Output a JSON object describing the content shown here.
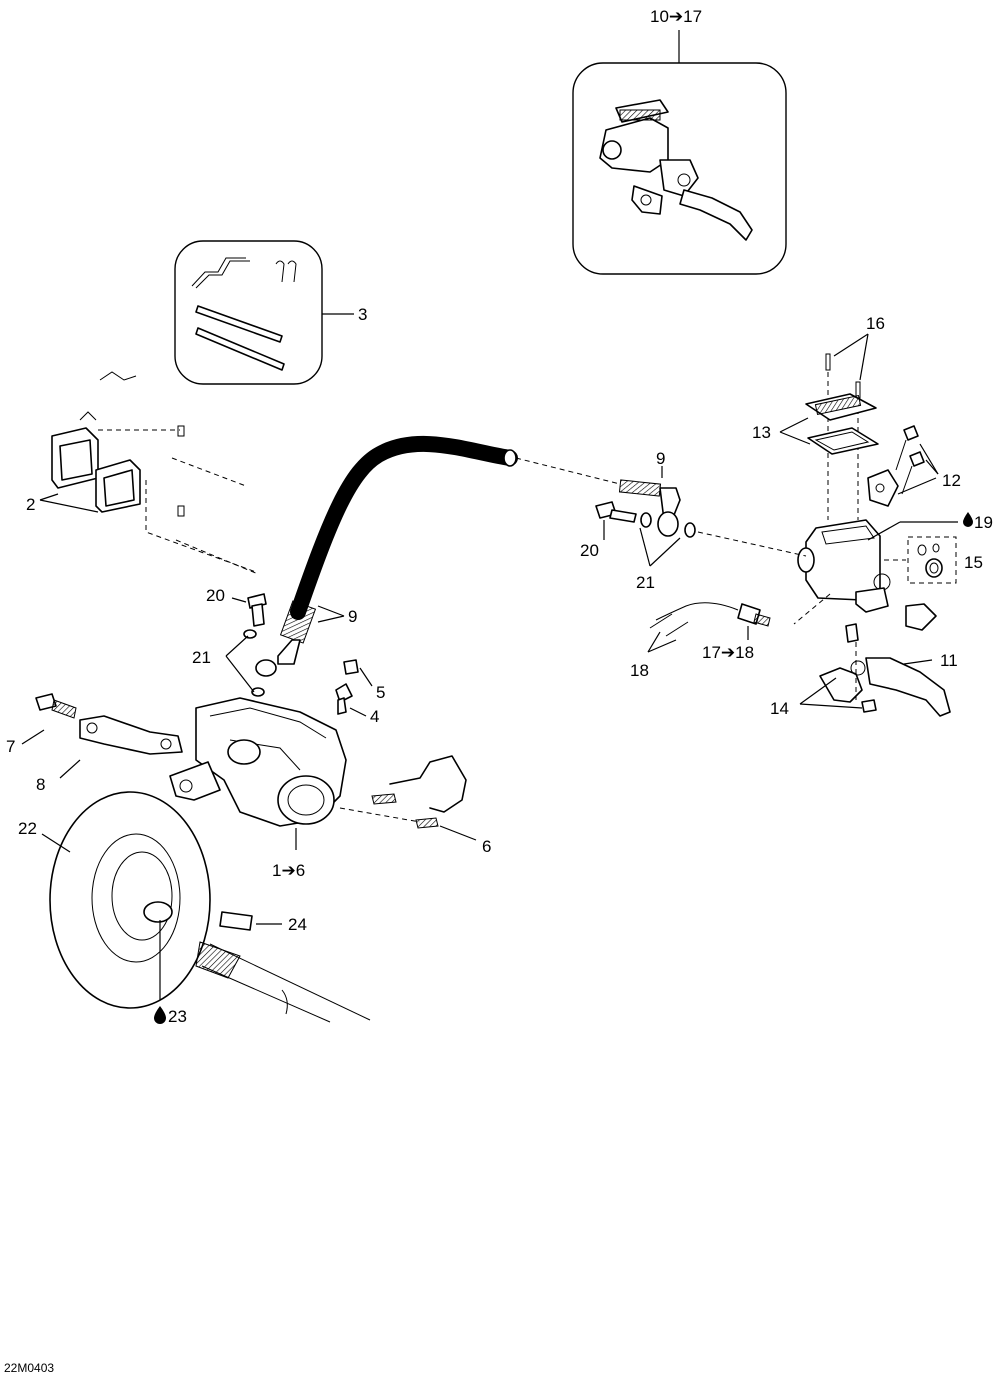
{
  "diagram": {
    "figure_code": "22M0403",
    "callouts": {
      "c1": "1➔6",
      "c2": "2",
      "c3": "3",
      "c4": "4",
      "c5": "5",
      "c6": "6",
      "c7": "7",
      "c8": "8",
      "c9a": "9",
      "c9b": "9",
      "c10": "10➔17",
      "c11": "11",
      "c12": "12",
      "c13": "13",
      "c14": "14",
      "c15": "15",
      "c16": "16",
      "c17": "17➔18",
      "c18": "18",
      "c19": "19",
      "c20a": "20",
      "c20b": "20",
      "c21a": "21",
      "c21b": "21",
      "c22": "22",
      "c23": "23",
      "c24": "24"
    },
    "lubricant_icon": "oil-drop-icon"
  }
}
